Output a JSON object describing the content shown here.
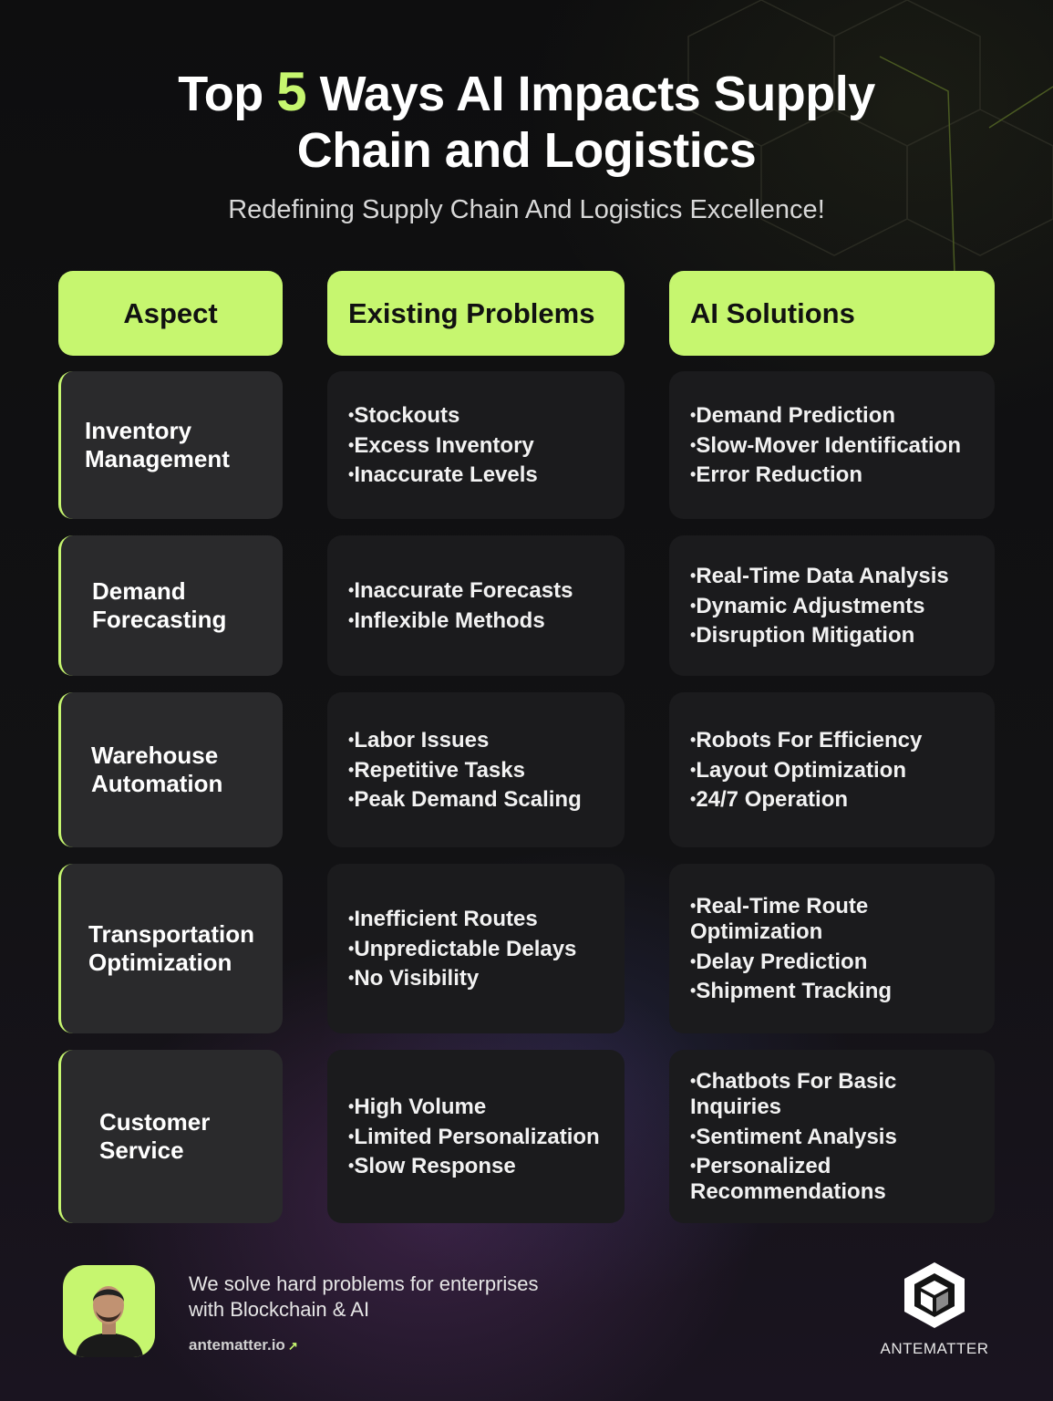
{
  "title": {
    "prefix": "Top ",
    "number": "5",
    "suffix_line1": " Ways AI Impacts Supply",
    "line2": "Chain and Logistics"
  },
  "subtitle": "Redefining Supply Chain And Logistics Excellence!",
  "headers": {
    "aspect": "Aspect",
    "problems": "Existing Problems",
    "solutions": "AI Solutions"
  },
  "rows": [
    {
      "aspect_line1": "Inventory",
      "aspect_line2": "Management",
      "problems": [
        "Stockouts",
        "Excess Inventory",
        "Inaccurate Levels"
      ],
      "solutions": [
        "Demand Prediction",
        "Slow-Mover Identification",
        "Error Reduction"
      ]
    },
    {
      "aspect_line1": "Demand",
      "aspect_line2": "Forecasting",
      "problems": [
        "Inaccurate Forecasts",
        "Inflexible Methods"
      ],
      "solutions": [
        "Real-Time Data Analysis",
        "Dynamic Adjustments",
        "Disruption Mitigation"
      ]
    },
    {
      "aspect_line1": "Warehouse",
      "aspect_line2": "Automation",
      "problems": [
        "Labor Issues",
        "Repetitive Tasks",
        "Peak Demand Scaling"
      ],
      "solutions": [
        "Robots For Efficiency",
        "Layout Optimization",
        "24/7 Operation"
      ]
    },
    {
      "aspect_line1": "Transportation",
      "aspect_line2": "Optimization",
      "problems": [
        "Inefficient Routes",
        "Unpredictable Delays",
        "No Visibility"
      ],
      "solutions": [
        "Real-Time Route Optimization",
        "Delay Prediction",
        "Shipment Tracking"
      ]
    },
    {
      "aspect_line1": "Customer",
      "aspect_line2": "Service",
      "problems": [
        "High Volume",
        "Limited Personalization",
        "Slow Response"
      ],
      "solutions": [
        "Chatbots For Basic Inquiries",
        "Sentiment Analysis",
        "Personalized Recommendations"
      ]
    }
  ],
  "footer": {
    "tagline_line1": "We solve hard problems for enterprises",
    "tagline_line2": "with Blockchain & AI",
    "website": "antematter.io",
    "website_icon": "arrow-up-right-icon",
    "brand": "ANTEMATTER",
    "brand_icon": "hexagon-cube-logo"
  },
  "colors": {
    "accent": "#c6f66f",
    "background": "#0d0d0e",
    "aspect_card": "#2a2a2c",
    "content_card": "#1b1b1d"
  }
}
